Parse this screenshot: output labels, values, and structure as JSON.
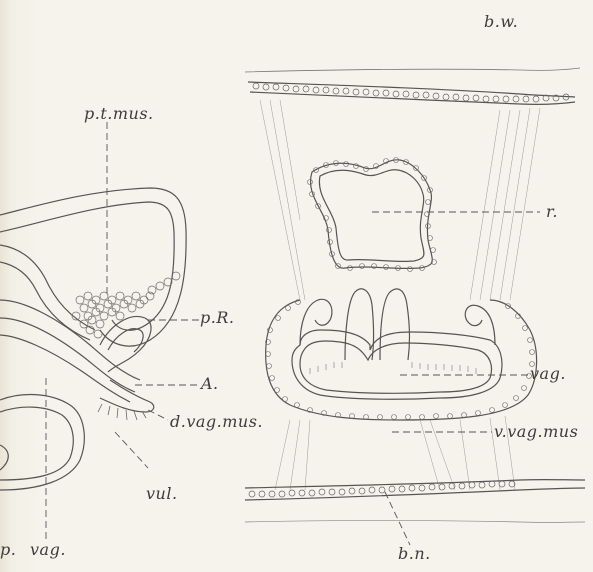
{
  "labels": {
    "b_w": "b.w.",
    "p_t_mus": "p.t.mus.",
    "r": "r.",
    "p_R": "p.R.",
    "A": "A.",
    "vag_right": "vag.",
    "d_vag_mus": "d.vag.mus.",
    "v_vag_mus": "v.vag.mus",
    "vul": "vul.",
    "b_n": "b.n.",
    "p": "p.",
    "vag_left": "vag."
  }
}
